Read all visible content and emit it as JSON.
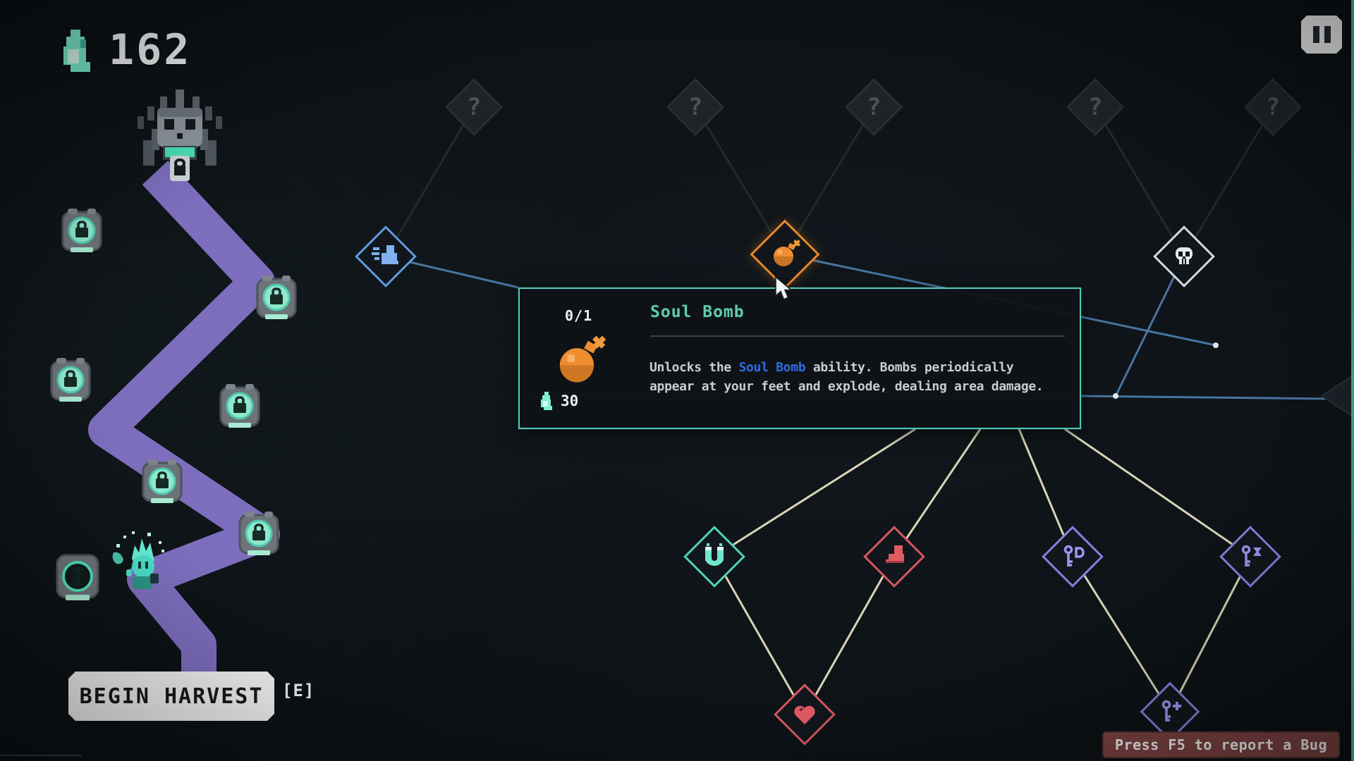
{
  "hud": {
    "souls_value": "162",
    "souls_icon": "soul-icon",
    "pause_icon": "pause-icon",
    "begin_harvest_label": "BEGIN HARVEST",
    "begin_harvest_hotkey": "[E]",
    "bug_banner": "Press F5 to report a Bug"
  },
  "tooltip": {
    "rank": "0/1",
    "title": "Soul Bomb",
    "cost": "30",
    "cost_icon": "soul-icon",
    "desc_pre": "Unlocks the ",
    "desc_link": "Soul Bomb",
    "desc_post": " ability. Bombs periodically",
    "desc_line2": "appear at your feet and explode, dealing area damage."
  },
  "tree": {
    "unknown_glyph": "?",
    "nodes": [
      {
        "id": "unknown-1",
        "icon": "question-mark"
      },
      {
        "id": "unknown-2",
        "icon": "question-mark"
      },
      {
        "id": "unknown-3",
        "icon": "question-mark"
      },
      {
        "id": "unknown-4",
        "icon": "question-mark"
      },
      {
        "id": "unknown-5",
        "icon": "question-mark"
      },
      {
        "id": "movement-speed",
        "icon": "speed-boot"
      },
      {
        "id": "soul-bomb",
        "icon": "bomb",
        "hovered": true
      },
      {
        "id": "death",
        "icon": "skull"
      },
      {
        "id": "magnet",
        "icon": "magnet"
      },
      {
        "id": "boots",
        "icon": "boot"
      },
      {
        "id": "key-d",
        "icon": "key-d"
      },
      {
        "id": "key-hourglass",
        "icon": "key-hourglass"
      },
      {
        "id": "health",
        "icon": "heart"
      },
      {
        "id": "key-plus",
        "icon": "key-plus"
      }
    ]
  },
  "map": {
    "boss": "crowned-skull-boss",
    "locked_node_count": 6,
    "start_node": "I",
    "player": "soul-ghost-character"
  },
  "colors": {
    "accent_teal": "#5fd7bf",
    "path_purple": "#7c6dbd",
    "bomb_orange": "#e8862b",
    "node_blue": "#5f9ae0",
    "node_red": "#d5565e",
    "node_purple": "#8b7ce0",
    "link_blue": "#2e6be6",
    "line_beige": "#d9d2b6",
    "banner_red": "#7b4241"
  }
}
